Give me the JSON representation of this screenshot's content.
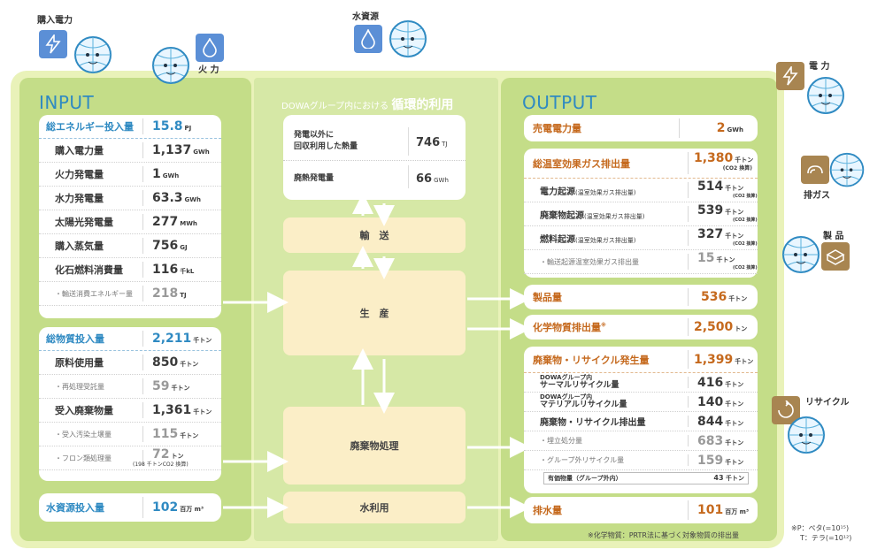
{
  "colors": {
    "accent_blue": "#2f8ac2",
    "accent_orange": "#c5691d",
    "panel_green": "#c4dd88",
    "process_fill": "#fbeec7"
  },
  "top_icons": {
    "purchased_power": "購入電力",
    "thermal": "火 力",
    "water": "水資源",
    "power": "電 力",
    "exhaust": "排ガス",
    "products": "製 品",
    "recycle": "リサイクル"
  },
  "input": {
    "title": "INPUT",
    "energy": {
      "label": "総エネルギー投入量",
      "value": "15.8",
      "unit": "PJ",
      "rows": [
        {
          "label": "購入電力量",
          "value": "1,137",
          "unit": "GWh"
        },
        {
          "label": "火力発電量",
          "value": "1",
          "unit": "GWh"
        },
        {
          "label": "水力発電量",
          "value": "63.3",
          "unit": "GWh"
        },
        {
          "label": "太陽光発電量",
          "value": "277",
          "unit": "MWh"
        },
        {
          "label": "購入蒸気量",
          "value": "756",
          "unit": "GJ"
        },
        {
          "label": "化石燃料消費量",
          "value": "116",
          "unit": "千kL"
        },
        {
          "label": "・輸送消費エネルギー量",
          "value": "218",
          "unit": "TJ"
        }
      ]
    },
    "materials": {
      "label": "総物質投入量",
      "value": "2,211",
      "unit": "千トン",
      "rows": [
        {
          "label": "原料使用量",
          "value": "850",
          "unit": "千トン"
        },
        {
          "label": "・再処理受託量",
          "value": "59",
          "unit": "千トン"
        },
        {
          "label": "受入廃棄物量",
          "value": "1,361",
          "unit": "千トン"
        },
        {
          "label": "・受入汚染土壌量",
          "value": "115",
          "unit": "千トン"
        },
        {
          "label": "・フロン類処理量",
          "value": "72",
          "unit": "トン",
          "note": "(198 千トンCO2 換算)"
        }
      ]
    },
    "water": {
      "label": "水資源投入量",
      "value": "102",
      "unit": "百万 m³"
    }
  },
  "center": {
    "title_small": "DOWAグループ内における",
    "title_big": "循環的利用",
    "recycle_box": [
      {
        "label": "発電以外に\n回収利用した熱量",
        "value": "746",
        "unit": "TJ"
      },
      {
        "label": "廃熱発電量",
        "value": "66",
        "unit": "GWh"
      }
    ],
    "transport": "輸　送",
    "production": "生　産",
    "waste": "廃棄物処理",
    "water_use": "水利用"
  },
  "output": {
    "title": "OUTPUT",
    "power_sold": {
      "label": "売電電力量",
      "value": "2",
      "unit": "GWh"
    },
    "ghg": {
      "label": "総温室効果ガス排出量",
      "value": "1,380",
      "unit": "千トン",
      "unit_note": "(CO2 換算)",
      "rows": [
        {
          "label": "電力起源",
          "label_small": "(温室効果ガス排出量)",
          "value": "514",
          "unit": "千トン",
          "unit_note": "(CO2 換算)"
        },
        {
          "label": "廃棄物起源",
          "label_small": "(温室効果ガス排出量)",
          "value": "539",
          "unit": "千トン",
          "unit_note": "(CO2 換算)"
        },
        {
          "label": "燃料起源",
          "label_small": "(温室効果ガス排出量)",
          "value": "327",
          "unit": "千トン",
          "unit_note": "(CO2 換算)"
        },
        {
          "label": "・輸送起源温室効果ガス排出量",
          "value": "15",
          "unit": "千トン",
          "unit_note": "(CO2 換算)"
        }
      ]
    },
    "products": {
      "label": "製品量",
      "value": "536",
      "unit": "千トン"
    },
    "chemicals": {
      "label": "化学物質排出量",
      "mark": "※",
      "value": "2,500",
      "unit": "トン"
    },
    "waste": {
      "label": "廃棄物・リサイクル発生量",
      "value": "1,399",
      "unit": "千トン",
      "rows": [
        {
          "label_top": "DOWAグループ内",
          "label": "サーマルリサイクル量",
          "value": "416",
          "unit": "千トン"
        },
        {
          "label_top": "DOWAグループ内",
          "label": "マテリアルリサイクル量",
          "value": "140",
          "unit": "千トン"
        },
        {
          "label": "廃棄物・リサイクル排出量",
          "value": "844",
          "unit": "千トン"
        },
        {
          "label": "・埋立処分量",
          "value": "683",
          "unit": "千トン"
        },
        {
          "label": "・グループ外リサイクル量",
          "value": "159",
          "unit": "千トン"
        }
      ],
      "special": {
        "label": "有価物量（グループ外内）",
        "value": "43",
        "unit": "千トン"
      }
    },
    "drainage": {
      "label": "排水量",
      "value": "101",
      "unit": "百万 m³"
    }
  },
  "footnotes": {
    "chemical": "※化学物質：PRTR法に基づく対象物質の排出量",
    "p": "※P：ペタ(=10¹⁵)",
    "t": "T：テラ(=10¹²)"
  }
}
